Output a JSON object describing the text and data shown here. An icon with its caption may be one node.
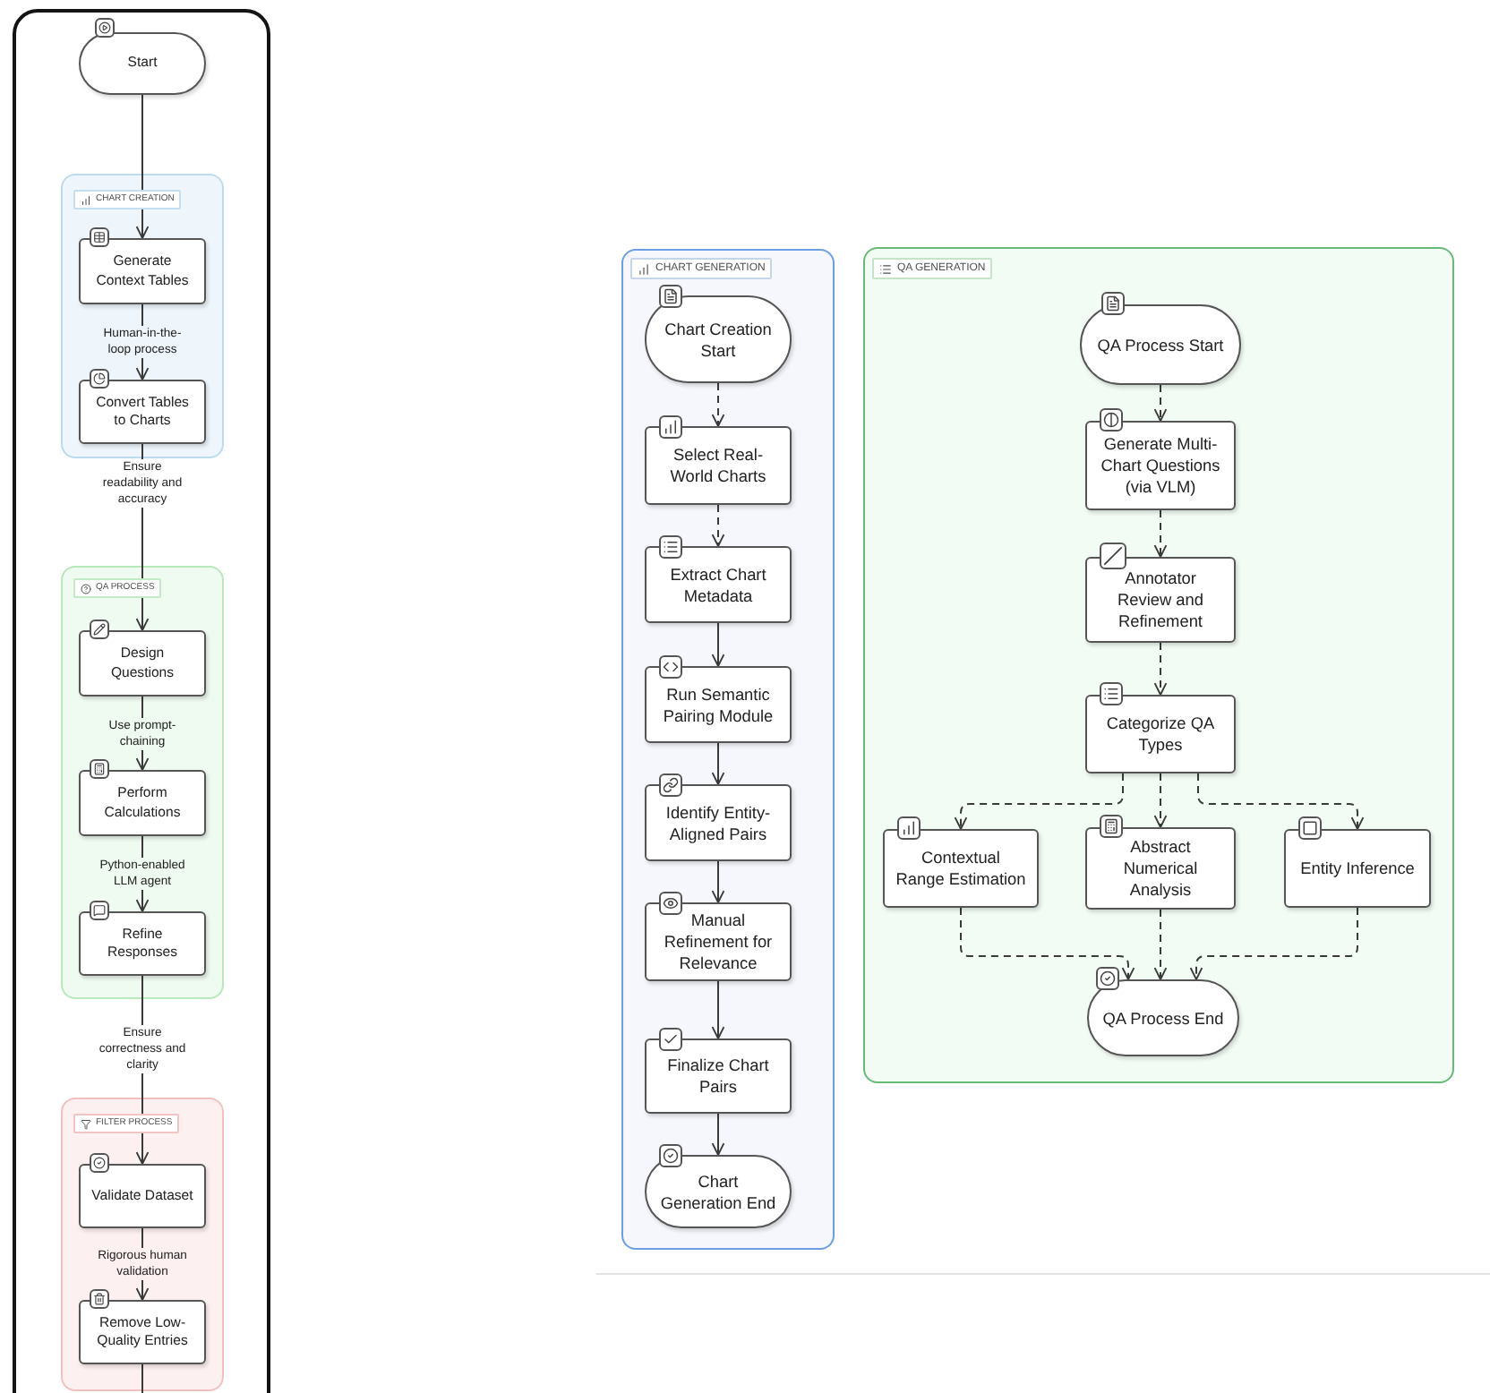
{
  "diagram": {
    "nodes": [
      {
        "text": [],
        "shape": "box"
      },
      {
        "text": [
          "Start"
        ],
        "in": 0
      },
      {
        "text": [
          "CHART CREATION"
        ],
        "in": 0
      },
      {
        "text": [
          "Generate Context Tables"
        ],
        "in": 2
      },
      {
        "text": [
          "Convert Tables to Charts"
        ],
        "in": 2
      },
      {
        "text": [
          "QA PROCESS"
        ],
        "in": 0
      },
      {
        "text": [
          "Design Questions"
        ],
        "in": 5
      },
      {
        "text": [
          "Perform Calculations"
        ],
        "in": 5
      },
      {
        "text": [
          "Refine Responses"
        ],
        "in": 5
      },
      {
        "text": [
          "FILTER PROCESS"
        ],
        "in": 0
      },
      {
        "text": [
          "Validate Dataset"
        ],
        "in": 9
      },
      {
        "text": [
          "Remove Low-Quality Entries"
        ],
        "in": 9
      },
      {
        "text": [
          "CHART GENERATION"
        ]
      },
      {
        "text": [
          "Chart Creation Start"
        ],
        "in": 12
      },
      {
        "text": [
          "Select Real-World Charts"
        ],
        "in": 12
      },
      {
        "text": [
          "Extract Chart Metadata"
        ],
        "in": 12
      },
      {
        "text": [
          "Run Semantic Pairing Module"
        ],
        "in": 12
      },
      {
        "text": [
          "Identify Entity-Aligned Pairs"
        ],
        "in": 12
      },
      {
        "text": [
          "Manual Refinement for Relevance"
        ],
        "in": 12
      },
      {
        "text": [
          "Finalize Chart Pairs"
        ],
        "in": 12
      },
      {
        "text": [
          "Chart Generation End"
        ],
        "in": 12
      },
      {
        "text": [
          "QA GENERATION"
        ]
      },
      {
        "text": [
          "QA Process Start"
        ],
        "in": 21
      },
      {
        "text": [
          "Generate Multi-Chart Questions (via VLM)"
        ],
        "in": 21
      },
      {
        "text": [
          "Annotator Review and Refinement"
        ],
        "in": 21
      },
      {
        "text": [
          "Categorize QA Types"
        ],
        "in": 21
      },
      {
        "text": [
          "Contextual Range Estimation"
        ],
        "in": 21
      },
      {
        "text": [
          "Abstract Numerical Analysis"
        ],
        "in": 21
      },
      {
        "text": [
          "Entity Inference"
        ],
        "in": 21
      },
      {
        "text": [
          "QA Process End"
        ],
        "in": 21
      }
    ],
    "edges": [
      {
        "from": 1,
        "to": 3,
        "arrow": "to"
      },
      {
        "from": 3,
        "to": 4,
        "arrow": "to",
        "label": "Human-in-the-loop process"
      },
      {
        "from": 4,
        "to": 6,
        "arrow": "to",
        "label": "Ensure readability and accuracy"
      },
      {
        "from": 6,
        "to": 7,
        "arrow": "to",
        "label": "Use prompt-chaining"
      },
      {
        "from": 7,
        "to": 8,
        "arrow": "to",
        "label": "Python-enabled LLM agent"
      },
      {
        "from": 8,
        "to": 10,
        "arrow": "to",
        "label": "Ensure correctness and clarity"
      },
      {
        "from": 10,
        "to": 11,
        "arrow": "to",
        "label": "Rigorous human validation"
      },
      {
        "from": 11,
        "to": null,
        "arrow": "none"
      },
      {
        "from": 13,
        "to": 14,
        "arrow": "to",
        "style": "dashed"
      },
      {
        "from": 14,
        "to": 15,
        "arrow": "to",
        "style": "dashed"
      },
      {
        "from": 15,
        "to": 16,
        "arrow": "to"
      },
      {
        "from": 16,
        "to": 17,
        "arrow": "to"
      },
      {
        "from": 17,
        "to": 18,
        "arrow": "to"
      },
      {
        "from": 18,
        "to": 19,
        "arrow": "to"
      },
      {
        "from": 19,
        "to": 20,
        "arrow": "to"
      },
      {
        "from": 22,
        "to": 23,
        "arrow": "to",
        "style": "dashed"
      },
      {
        "from": 23,
        "to": 24,
        "arrow": "to",
        "style": "dashed"
      },
      {
        "from": 24,
        "to": 25,
        "arrow": "to",
        "style": "dashed"
      },
      {
        "from": 25,
        "to": 26,
        "arrow": "to",
        "style": "dashed"
      },
      {
        "from": 25,
        "to": 27,
        "arrow": "to",
        "style": "dashed"
      },
      {
        "from": 25,
        "to": 28,
        "arrow": "to",
        "style": "dashed"
      },
      {
        "from": 26,
        "to": 29,
        "arrow": "to",
        "style": "dashed"
      },
      {
        "from": 27,
        "to": 29,
        "arrow": "to",
        "style": "dashed"
      },
      {
        "from": 28,
        "to": 29,
        "arrow": "to",
        "style": "dashed"
      }
    ]
  }
}
